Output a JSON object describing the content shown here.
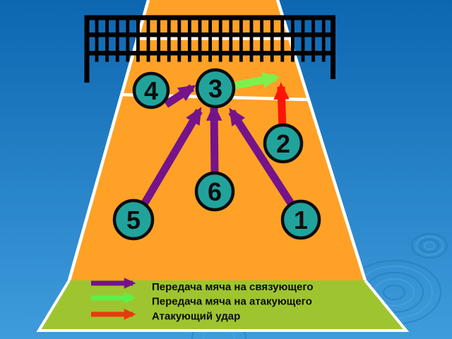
{
  "players": [
    {
      "number": "4"
    },
    {
      "number": "3"
    },
    {
      "number": "2"
    },
    {
      "number": "6"
    },
    {
      "number": "5"
    },
    {
      "number": "1"
    }
  ],
  "arrows": [
    {
      "name": "pass-4-to-3",
      "meaning": "Передача мяча на связующего",
      "color": "purple"
    },
    {
      "name": "pass-5-to-3",
      "meaning": "Передача мяча на связующего",
      "color": "purple"
    },
    {
      "name": "pass-6-to-3",
      "meaning": "Передача мяча на связующего",
      "color": "purple"
    },
    {
      "name": "pass-1-to-3",
      "meaning": "Передача мяча на связующего",
      "color": "purple"
    },
    {
      "name": "pass-3-to-attacker",
      "meaning": "Передача мяча на атакующего",
      "color": "green"
    },
    {
      "name": "attack-hit-near-2",
      "meaning": "Атакующий удар",
      "color": "red"
    }
  ],
  "legend": {
    "items": [
      {
        "label": "Передача мяча на связующего",
        "arrow_color": "purple"
      },
      {
        "label": "Передача мяча на атакующего",
        "arrow_color": "green"
      },
      {
        "label": "Атакующий удар",
        "arrow_color": "red"
      }
    ]
  },
  "colors": {
    "bg_top": "#0d66b0",
    "bg_bottom": "#3f9cdc",
    "court_orange": "#ffa126",
    "line_white": "#ffffff",
    "net_black": "#000000",
    "player_teal": "#21a39c",
    "outline_black": "#0d0d0d",
    "arrow_purple": "#75138a",
    "arrow_green": "#7df04d",
    "arrow_red": "#fb1505",
    "legend_arrow_green": "#5ef04a",
    "legend_arrow_red": "#e8390e",
    "legend_green_bg": "#9ec52f",
    "legend_text": "#0b0b0b",
    "ripple_dark": "#1d77b6",
    "ripple_light": "#4fa8de"
  }
}
